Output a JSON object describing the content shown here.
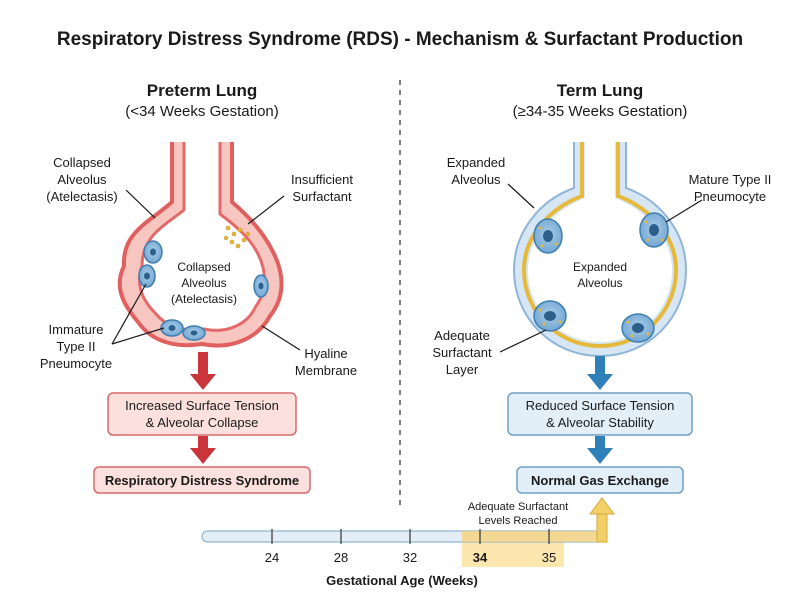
{
  "title": "Respiratory Distress Syndrome (RDS) - Mechanism & Surfactant Production",
  "preterm": {
    "heading": "Preterm Lung",
    "subheading": "(<34 Weeks Gestation)",
    "label_collapsed_alveolus": [
      "Collapsed",
      "Alveolus",
      "(Atelectasis)"
    ],
    "label_insufficient": [
      "Insufficient",
      "Surfactant"
    ],
    "label_center": [
      "Collapsed",
      "Alveolus",
      "(Atelectasis)"
    ],
    "label_immature": [
      "Immature",
      "Type II",
      "Pneumocyte"
    ],
    "label_hyaline": [
      "Hyaline",
      "Membrane"
    ],
    "box1": [
      "Increased Surface Tension",
      "& Alveolar Collapse"
    ],
    "box2": "Respiratory Distress Syndrome"
  },
  "term": {
    "heading": "Term Lung",
    "subheading": "(≥34-35 Weeks Gestation)",
    "label_expanded": [
      "Expanded",
      "Alveolus"
    ],
    "label_mature": [
      "Mature Type II",
      "Pneumocyte"
    ],
    "label_center": [
      "Expanded",
      "Alveolus"
    ],
    "label_adequate": [
      "Adequate",
      "Surfactant",
      "Layer"
    ],
    "box1": [
      "Reduced Surface Tension",
      "& Alveolar Stability"
    ],
    "box2": "Normal Gas Exchange"
  },
  "timeline": {
    "ticks": [
      "24",
      "28",
      "32",
      "34",
      "35"
    ],
    "threshold_label": [
      "Adequate Surfactant",
      "Levels Reached"
    ],
    "axis_label": "Gestational Age (Weeks)"
  },
  "colors": {
    "preterm_wall": "#e46a6a",
    "preterm_fill": "#f8c9c4",
    "preterm_arrow": "#c9353a",
    "term_wall": "#b9d3ea",
    "term_arrow": "#2f80b8",
    "surfactant": "#e6b93a",
    "cell": "#7fb0d8"
  }
}
